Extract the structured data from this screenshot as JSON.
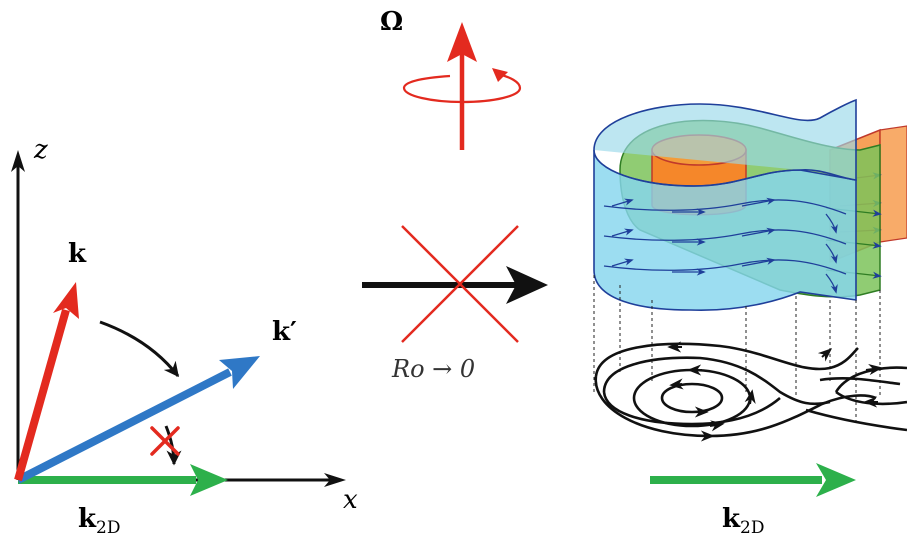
{
  "labels": {
    "omega": "Ω",
    "z_axis": "z",
    "x_axis": "x",
    "k": "k",
    "k_prime": "k′",
    "k2d_left_main": "k",
    "k2d_left_sub": "2D",
    "rossby_limit": "Ro → 0",
    "k2d_right_main": "k",
    "k2d_right_sub": "2D"
  },
  "colors": {
    "red": "#e32a1f",
    "blue": "#2f78c6",
    "green": "#2db04b",
    "orange": "#f5872a",
    "cyan_sheet": "#86d6ee",
    "green_sheet": "#7cc35a",
    "black": "#111111",
    "stream_blue": "#1f3f9a"
  },
  "icons": {
    "rotation": "counterclockwise-rotation-arrow-icon",
    "forbidden": "red-cross-icon"
  }
}
